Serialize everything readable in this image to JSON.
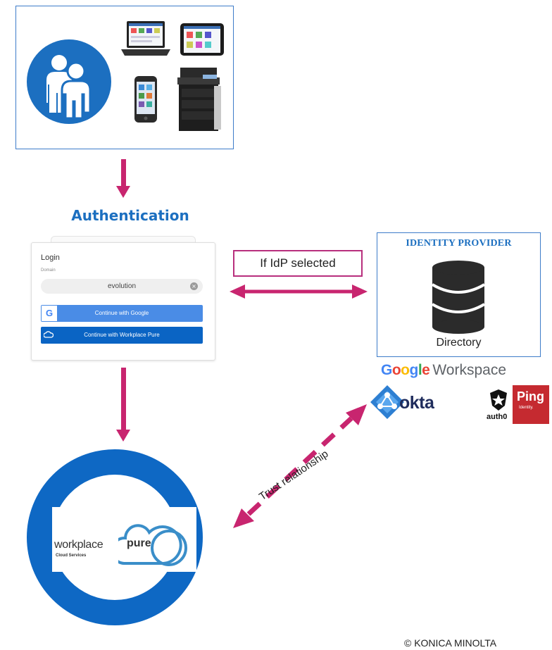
{
  "user": {
    "label": "User"
  },
  "auth": {
    "title": "Authentication"
  },
  "login": {
    "title": "Login",
    "domain_label": "Domain",
    "domain_value": "evolution",
    "google_button": "Continue with Google",
    "google_g": "G",
    "workplace_button": "Continue with Workplace Pure"
  },
  "idp_flow": {
    "label": "If IdP selected"
  },
  "identity_provider": {
    "title": "IDENTITY PROVIDER",
    "directory": "Directory"
  },
  "providers": {
    "google_word": [
      "G",
      "o",
      "o",
      "g",
      "l",
      "e"
    ],
    "google_colors": [
      "#4285F4",
      "#EA4335",
      "#FBBC05",
      "#4285F4",
      "#34A853",
      "#EA4335"
    ],
    "workspace": "Workspace",
    "okta": "okta",
    "auth0": "auth0",
    "ping": "Ping",
    "ping_sub": "Identity."
  },
  "trust": {
    "label": "Trust relationship"
  },
  "pure": {
    "workplace": "workplace",
    "pure": "pure",
    "cloud_services": "Cloud Services"
  },
  "footer": {
    "copyright": "© KONICA MINOLTA"
  },
  "colors": {
    "brand_blue": "#1c6fc0",
    "arrow_magenta": "#c8256f",
    "ring_blue": "#0e68c4"
  }
}
